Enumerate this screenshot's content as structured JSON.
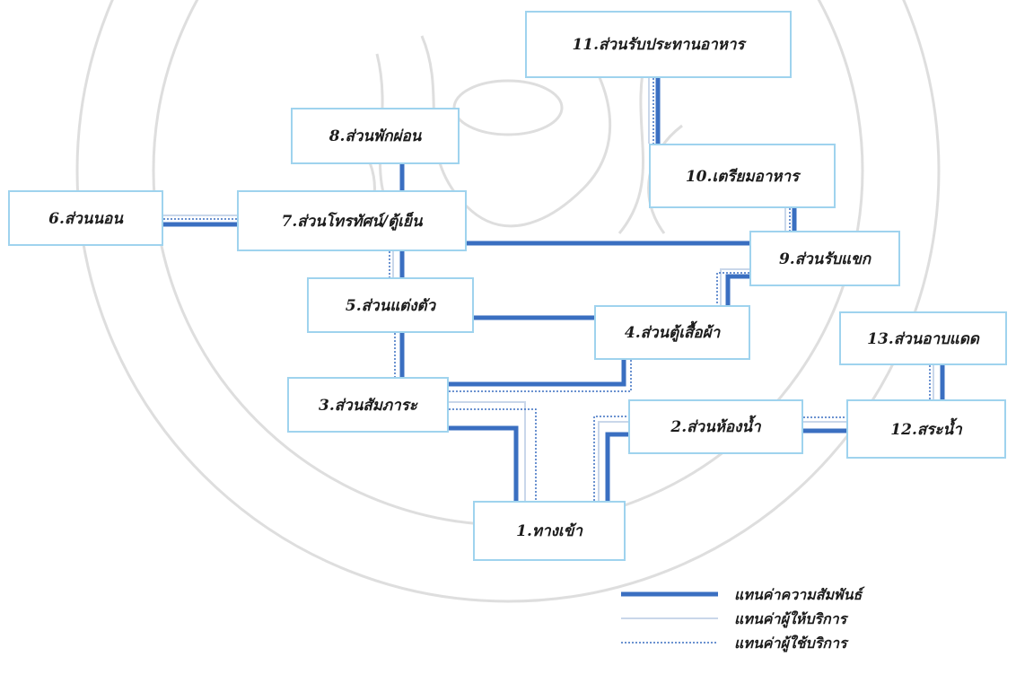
{
  "nodes": {
    "n1": "1.ทางเข้า",
    "n2": "2.ส่วนห้องน้ำ",
    "n3": "3.ส่วนสัมภาระ",
    "n4": "4.ส่วนตู้เสื้อผ้า",
    "n5": "5.ส่วนแต่งตัว",
    "n6": "6.ส่วนนอน",
    "n7": "7.ส่วนโทรทัศน์/ตู้เย็น",
    "n8": "8.ส่วนพักผ่อน",
    "n9": "9.ส่วนรับแขก",
    "n10": "10.เตรียมอาหาร",
    "n11": "11.ส่วนรับประทานอาหาร",
    "n12": "12.สระน้ำ",
    "n13": "13.ส่วนอาบแดด"
  },
  "legend": {
    "relation": "แทนค่าความสัมพันธ์",
    "provider": "แทนค่าผู้ให้บริการ",
    "user": "แทนค่าผู้ใช้บริการ"
  },
  "colors": {
    "relation_line": "#3a6fc1",
    "provider_line": "#c9d7ea",
    "user_line": "#3a6fc1",
    "box_border": "#9fd3ee",
    "watermark": "#8a8a8a"
  }
}
